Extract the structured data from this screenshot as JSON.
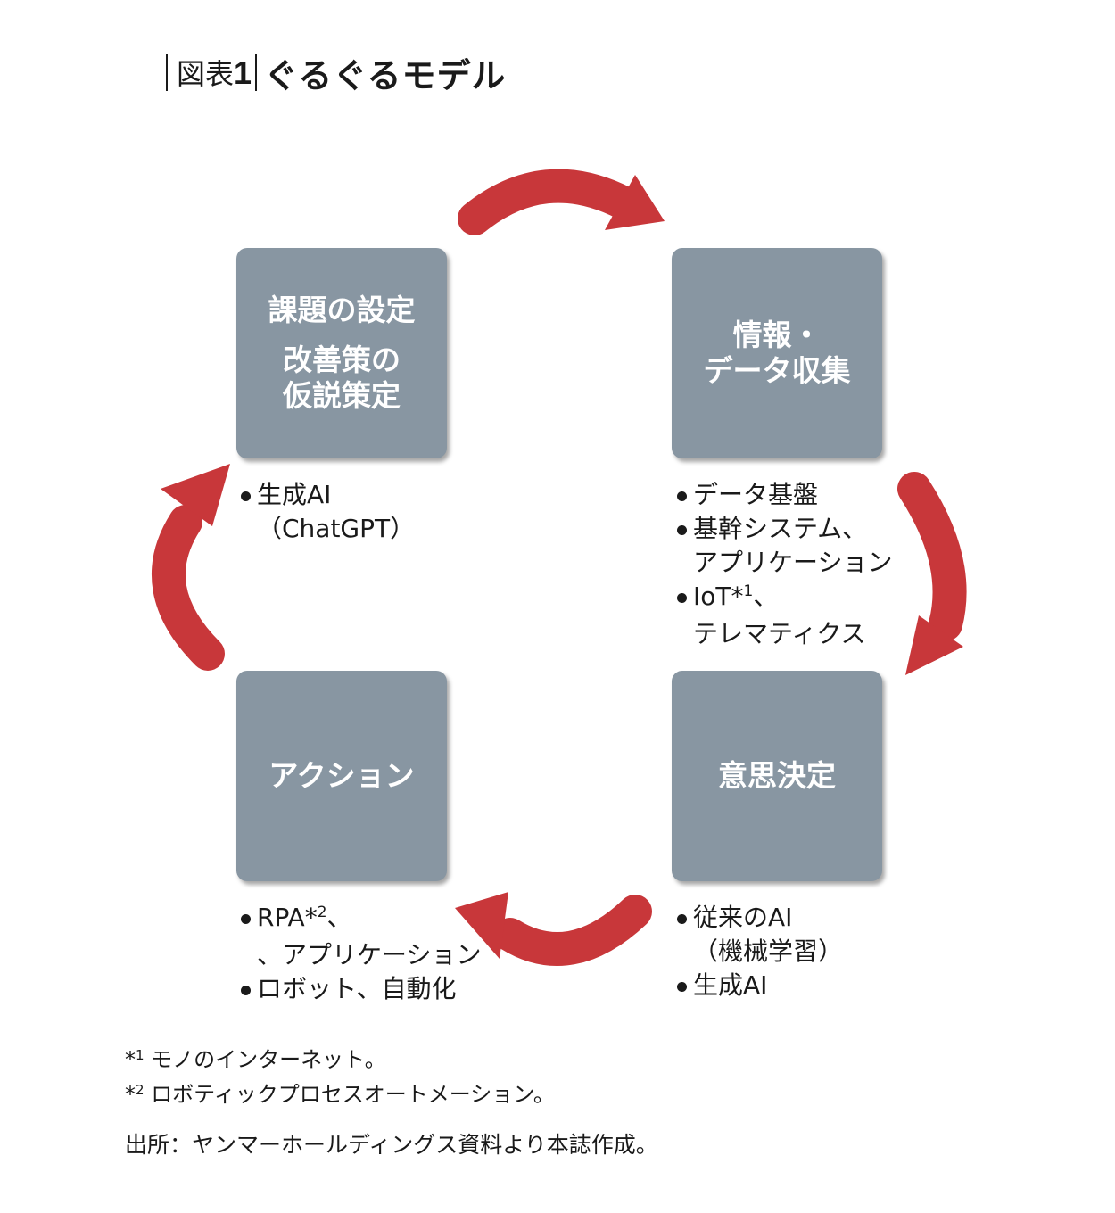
{
  "figure": {
    "label_prefix": "図表",
    "label_number": "1",
    "title": "ぐるぐるモデル"
  },
  "boxes": {
    "top_left": {
      "line1": "課題の設定",
      "line2": "改善策の",
      "line3": "仮説策定"
    },
    "top_right": {
      "line1": "情報・",
      "line2": "データ収集"
    },
    "bottom_right": {
      "line1": "意思決定"
    },
    "bottom_left": {
      "line1": "アクション"
    }
  },
  "lists": {
    "top_left": {
      "item1": "生成AI",
      "item1_cont": "（ChatGPT）"
    },
    "top_right": {
      "item1": "データ基盤",
      "item2": "基幹システム、",
      "item2_cont": "アプリケーション",
      "item3": "IoT*",
      "item3_sup": "1",
      "item3_suffix": "、",
      "item3_cont": "テレマティクス"
    },
    "bottom_right": {
      "item1": "従来のAI",
      "item1_cont": "（機械学習）",
      "item2": "生成AI"
    },
    "bottom_left": {
      "item1": "RPA*",
      "item1_sup": "2",
      "item1_suffix": "、",
      "item1_cont": "、アプリケーション",
      "item2": "ロボット、自動化"
    }
  },
  "footnotes": {
    "note1_mark": "*",
    "note1_num": "1",
    "note1_text": "モノのインターネット。",
    "note2_mark": "*",
    "note2_num": "2",
    "note2_text": "ロボティックプロセスオートメーション。"
  },
  "source": "出所：ヤンマーホールディングス資料より本誌作成。",
  "colors": {
    "box": "#8896a2",
    "arrow": "#c8373a",
    "text": "#1a1a1a"
  }
}
